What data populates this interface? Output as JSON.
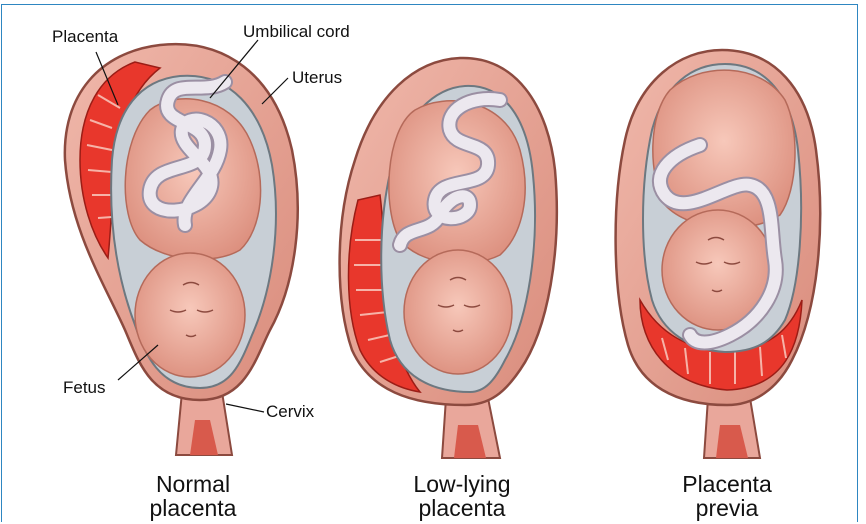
{
  "labels": {
    "placenta": "Placenta",
    "umbilical_cord": "Umbilical cord",
    "uterus": "Uterus",
    "fetus": "Fetus",
    "cervix": "Cervix"
  },
  "captions": [
    {
      "line1": "Normal",
      "line2": "placenta"
    },
    {
      "line1": "Low-lying",
      "line2": "placenta"
    },
    {
      "line1": "Placenta",
      "line2": "previa"
    }
  ],
  "colors": {
    "frame": "#2e86c1",
    "uterus_wall": "#e9a79b",
    "uterus_outline": "#8c4a3f",
    "placenta": "#e8372c",
    "amniotic_sac": "#c8cfd6",
    "fetus_skin": "#f2b4a4",
    "cord": "#e9e4ec"
  }
}
